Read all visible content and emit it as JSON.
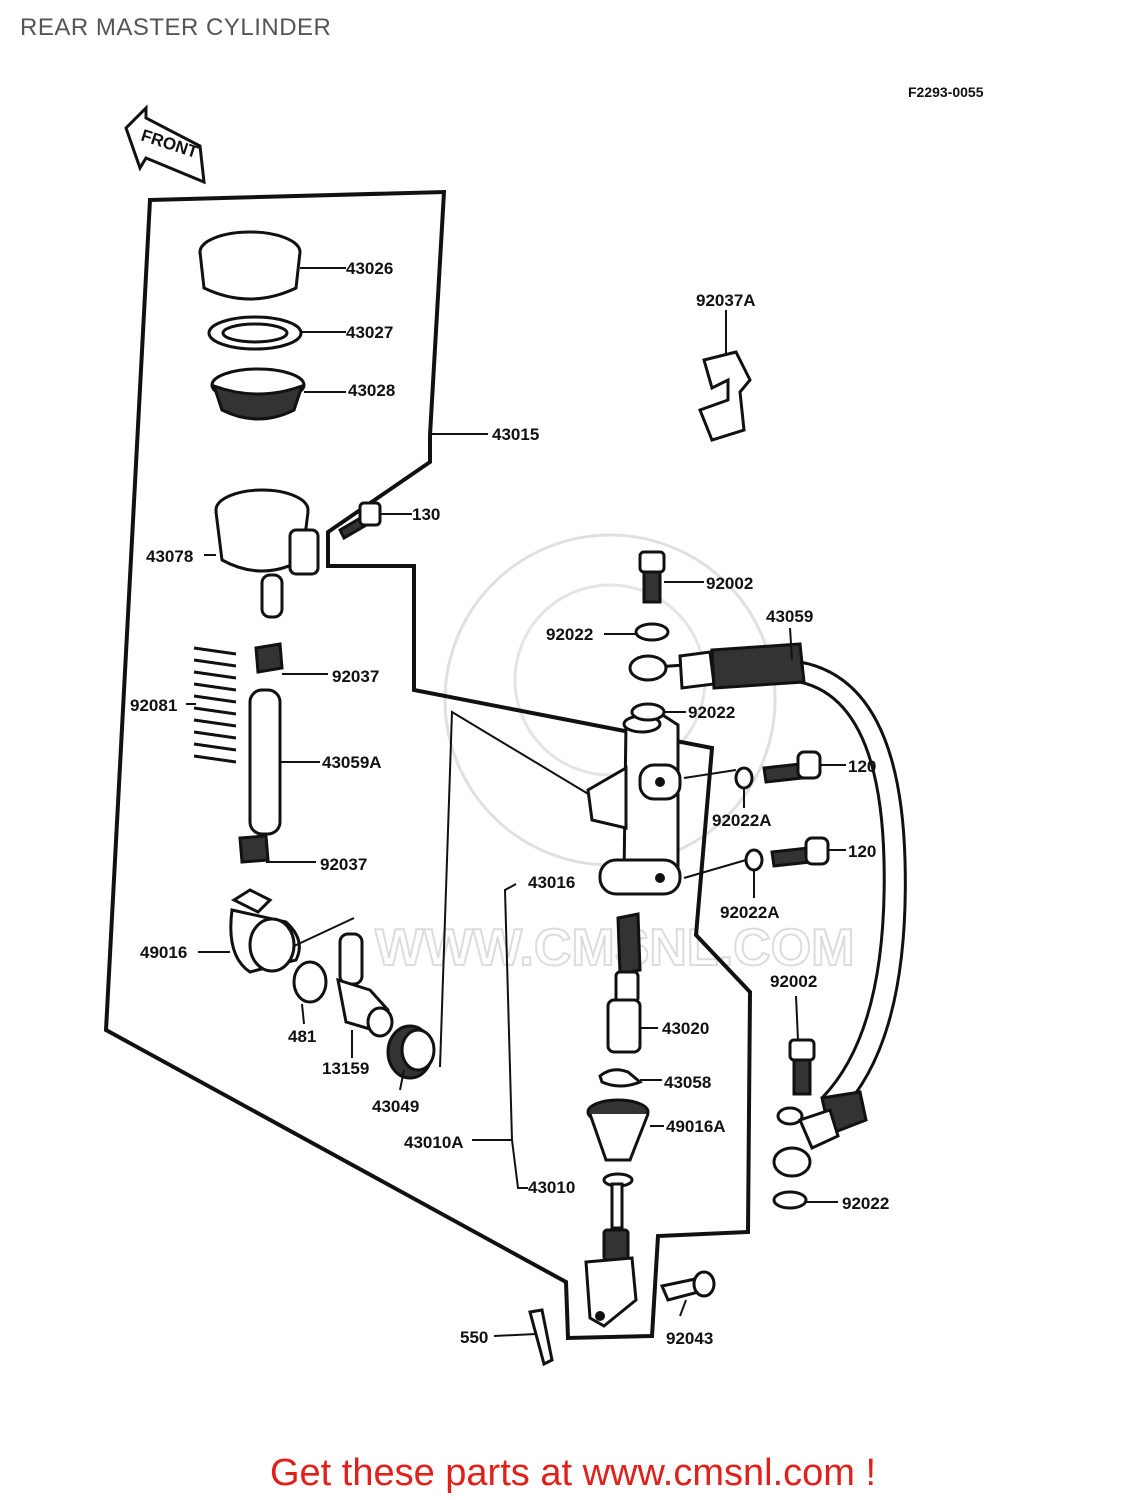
{
  "title": "REAR MASTER CYLINDER",
  "figure_code": "F2293-0055",
  "front_label": "FRONT",
  "watermark": "WWW.CMSNL.COM",
  "footer": "Get these parts at www.cmsnl.com !",
  "parts": {
    "p43026": "43026",
    "p43027": "43027",
    "p43028": "43028",
    "p43015": "43015",
    "p92037A": "92037A",
    "p130": "130",
    "p43078": "43078",
    "p92002_top": "92002",
    "p43059": "43059",
    "p92022_a": "92022",
    "p92037_top": "92037",
    "p92081": "92081",
    "p92022_b": "92022",
    "p43059A": "43059A",
    "p120_top": "120",
    "p92022A_top": "92022A",
    "p92037_bottom": "92037",
    "p120_bottom": "120",
    "p43016": "43016",
    "p92022A_bottom": "92022A",
    "p49016": "49016",
    "p92002_bottom": "92002",
    "p43020": "43020",
    "p481": "481",
    "p13159": "13159",
    "p43058": "43058",
    "p43049": "43049",
    "p49016A": "49016A",
    "p43010A": "43010A",
    "p92022_c": "92022",
    "p43010": "43010",
    "p550": "550",
    "p92043": "92043"
  }
}
